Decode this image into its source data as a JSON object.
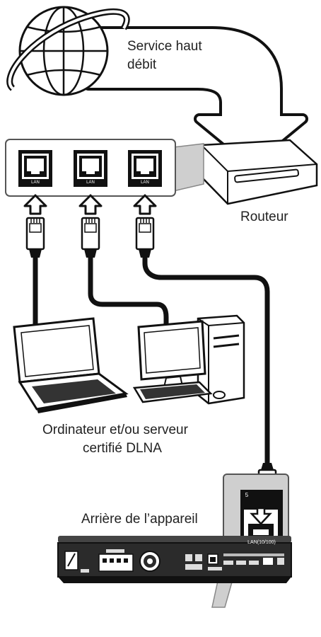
{
  "labels": {
    "broadband_service": [
      "Service haut",
      "débit"
    ],
    "router": "Routeur",
    "computer_server": [
      "Ordinateur et/ou serveur",
      "certifié DLNA"
    ],
    "unit_rear": "Arrière de l’appareil"
  },
  "router_ports": [
    "LAN",
    "LAN",
    "LAN"
  ],
  "unit_port": {
    "label": "LAN(10/100)",
    "number_badge": "5"
  }
}
